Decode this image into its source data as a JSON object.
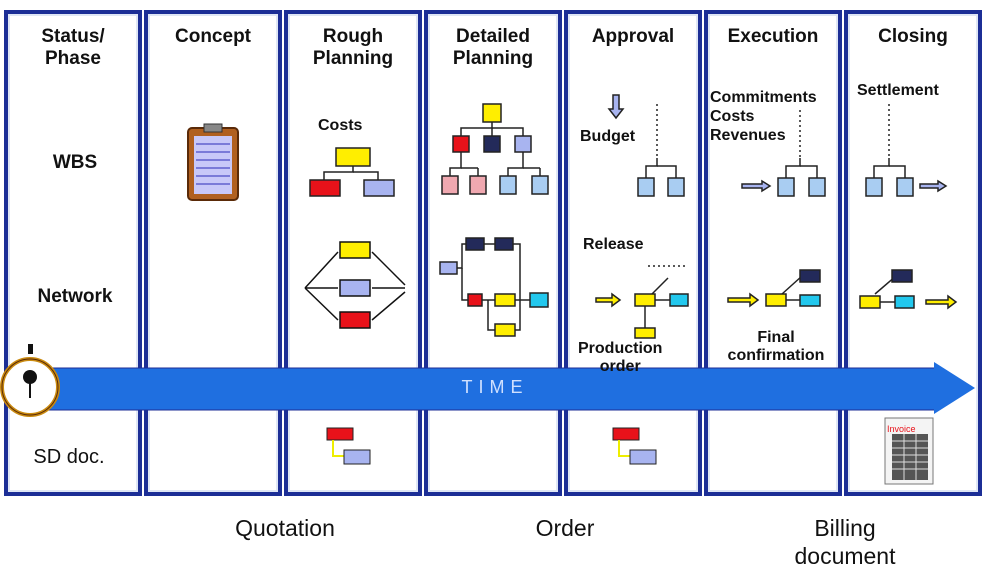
{
  "phases": [
    "Status/\nPhase",
    "Concept",
    "Rough\nPlanning",
    "Detailed\nPlanning",
    "Approval",
    "Execution",
    "Closing"
  ],
  "rows": {
    "wbs": "WBS",
    "network": "Network",
    "sd_doc": "SD doc."
  },
  "labels": {
    "costs": "Costs",
    "budget": "Budget",
    "release": "Release",
    "production_order": "Production\norder",
    "commitments": "Commitments\nCosts\nRevenues",
    "final_confirmation": "Final\nconfirmation",
    "settlement": "Settlement",
    "invoice": "Invoice"
  },
  "time_label": "TIME",
  "footer": {
    "quotation": "Quotation",
    "order": "Order",
    "billing": "Billing\ndocument"
  },
  "colors": {
    "border": "#1c2e96",
    "arrow": "#1f6fe0",
    "yellow": "#ffee00",
    "red": "#e8121a",
    "lavender": "#a8b4f0",
    "lightblue": "#a9cdf2",
    "cyan": "#22c8ee",
    "navy": "#232a5a",
    "pink": "#f0a8b0"
  }
}
